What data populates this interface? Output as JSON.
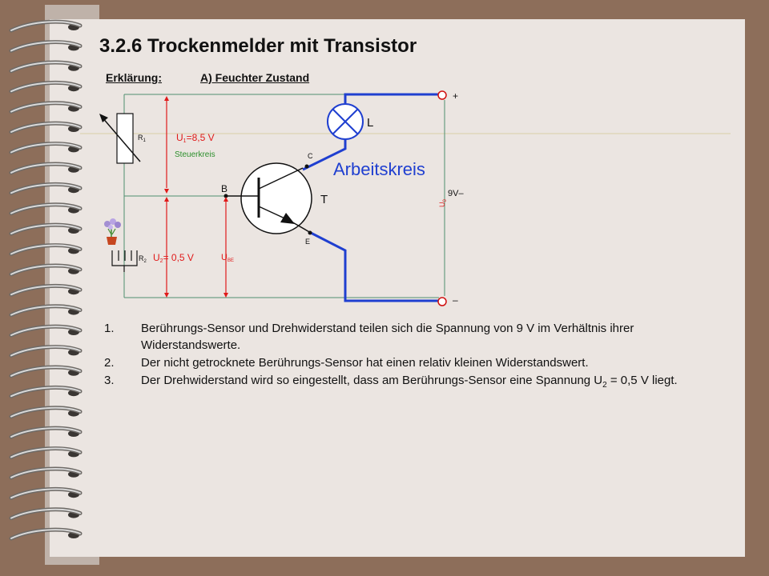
{
  "slide": {
    "title": "3.2.6 Trockenmelder mit Transistor",
    "subtitle_label": "Erklärung:",
    "subtitle_state": "A) Feuchter Zustand"
  },
  "diagram": {
    "plus": "+",
    "minus": "–",
    "lamp_label": "L",
    "collector_label": "C",
    "base_label": "B",
    "emitter_label": "E",
    "transistor_label": "T",
    "arbeitskreis": "Arbeitskreis",
    "steuerkreis": "Steuerkreis",
    "r1_label": "R",
    "r1_sub": "1",
    "u1_label": "U",
    "u1_sub": "1",
    "u1_value": "=8,5 V",
    "r2_label": "R",
    "r2_sub": "2",
    "u2_label": "U",
    "u2_sub": "2",
    "u2_value": "= 0,5 V",
    "ube_label": "U",
    "ube_sub": "BE",
    "u0_label": "U",
    "u0_sub": "0",
    "supply_value": "9V–"
  },
  "list": [
    {
      "num": "1.",
      "text": "Berührungs-Sensor und Drehwiderstand teilen sich die Spannung von 9 V im Verhältnis ihrer Widerstandswerte."
    },
    {
      "num": "2.",
      "text": "Der nicht getrocknete Berührungs-Sensor hat einen relativ kleinen Widerstandswert."
    },
    {
      "num": "3.",
      "text_before": "Der Drehwiderstand wird so eingestellt, dass am Berührungs-Sensor eine Spannung U",
      "sub": "2",
      "text_after": " = 0,5 V liegt."
    }
  ],
  "colors": {
    "circuit_blue": "#1f3fd0",
    "arrow_red": "#e01a1a",
    "steuer_green": "#2c8f2c",
    "page": "#ebe5e1",
    "background": "#8d6e5a"
  }
}
